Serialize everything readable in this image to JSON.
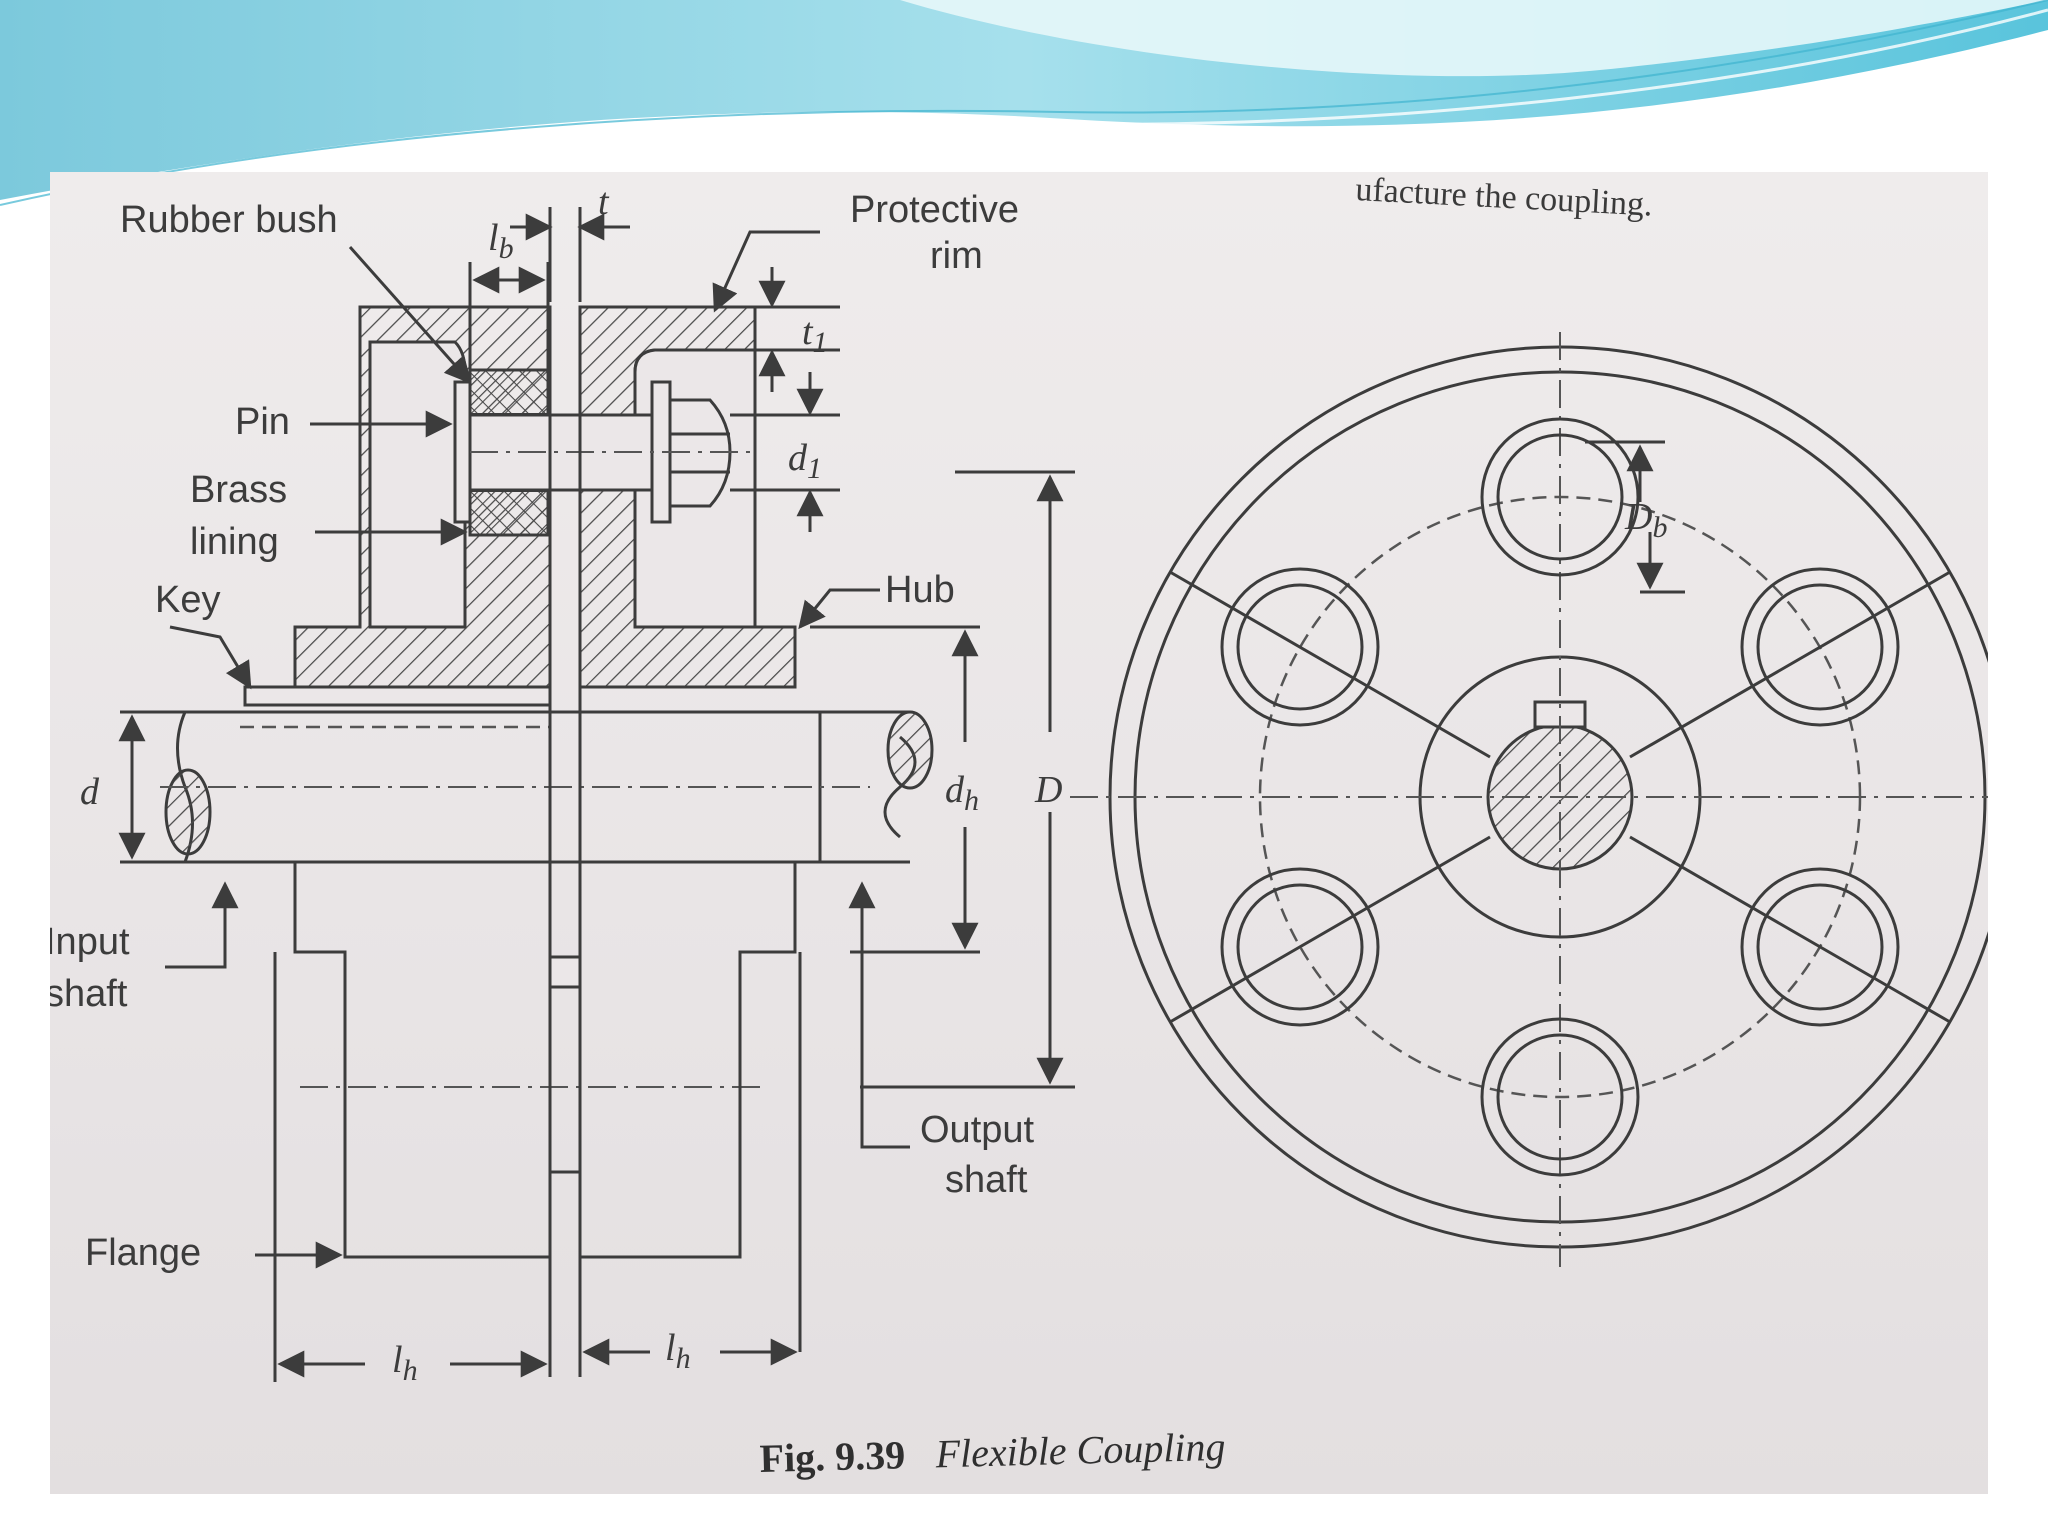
{
  "top_text": "ufacture the coupling.",
  "labels": {
    "rubber_bush": "Rubber bush",
    "protective_rim_1": "Protective",
    "protective_rim_2": "rim",
    "pin": "Pin",
    "brass_lining_1": "Brass",
    "brass_lining_2": "lining",
    "key": "Key",
    "hub": "Hub",
    "input_shaft_1": "Input",
    "input_shaft_2": "shaft",
    "output_shaft_1": "Output",
    "output_shaft_2": "shaft",
    "flange": "Flange"
  },
  "symbols": {
    "l_b": "l",
    "l_b_sub": "b",
    "t": "t",
    "t1": "t",
    "t1_sub": "1",
    "d1": "d",
    "d1_sub": "1",
    "d": "d",
    "d_h": "d",
    "d_h_sub": "h",
    "D": "D",
    "D_b": "D",
    "D_b_sub": "b",
    "l_h_left": "l",
    "l_h_left_sub": "h",
    "l_h_right": "l",
    "l_h_right_sub": "h"
  },
  "caption": {
    "number": "Fig. 9.39",
    "title": "Flexible Coupling"
  },
  "colors": {
    "banner_light": "#d8f1f6",
    "banner_teal": "#6ccfe0",
    "paper": "#ebe7e8",
    "ink": "#3c3c3c"
  }
}
